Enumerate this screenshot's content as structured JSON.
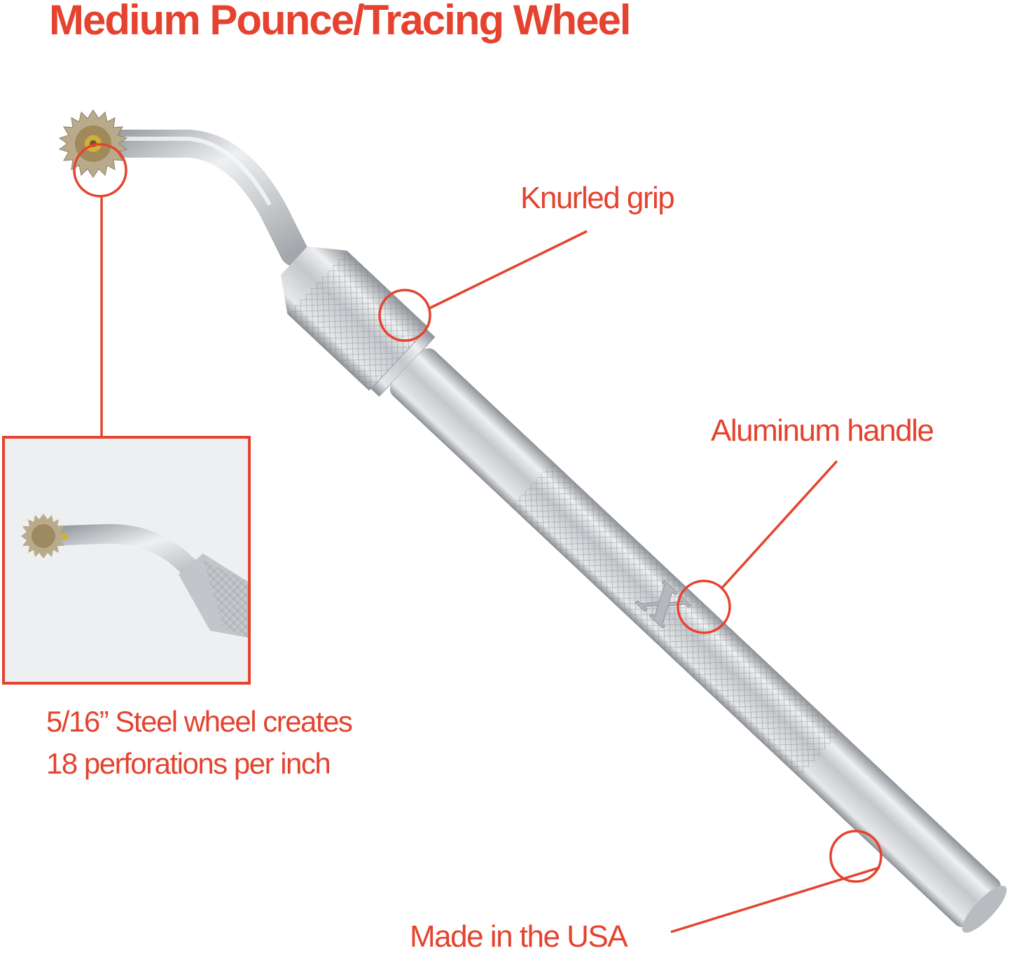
{
  "title": "Medium Pounce/Tracing Wheel",
  "callouts": {
    "knurled_grip": "Knurled grip",
    "aluminum_handle": "Aluminum handle",
    "wheel_line1": "5/16” Steel wheel creates",
    "wheel_line2": "18 perforations per inch",
    "made_in_usa": "Made in the USA"
  },
  "colors": {
    "accent": "#e5432f",
    "metal": "#c9ccd0",
    "brass": "#c9a640"
  }
}
